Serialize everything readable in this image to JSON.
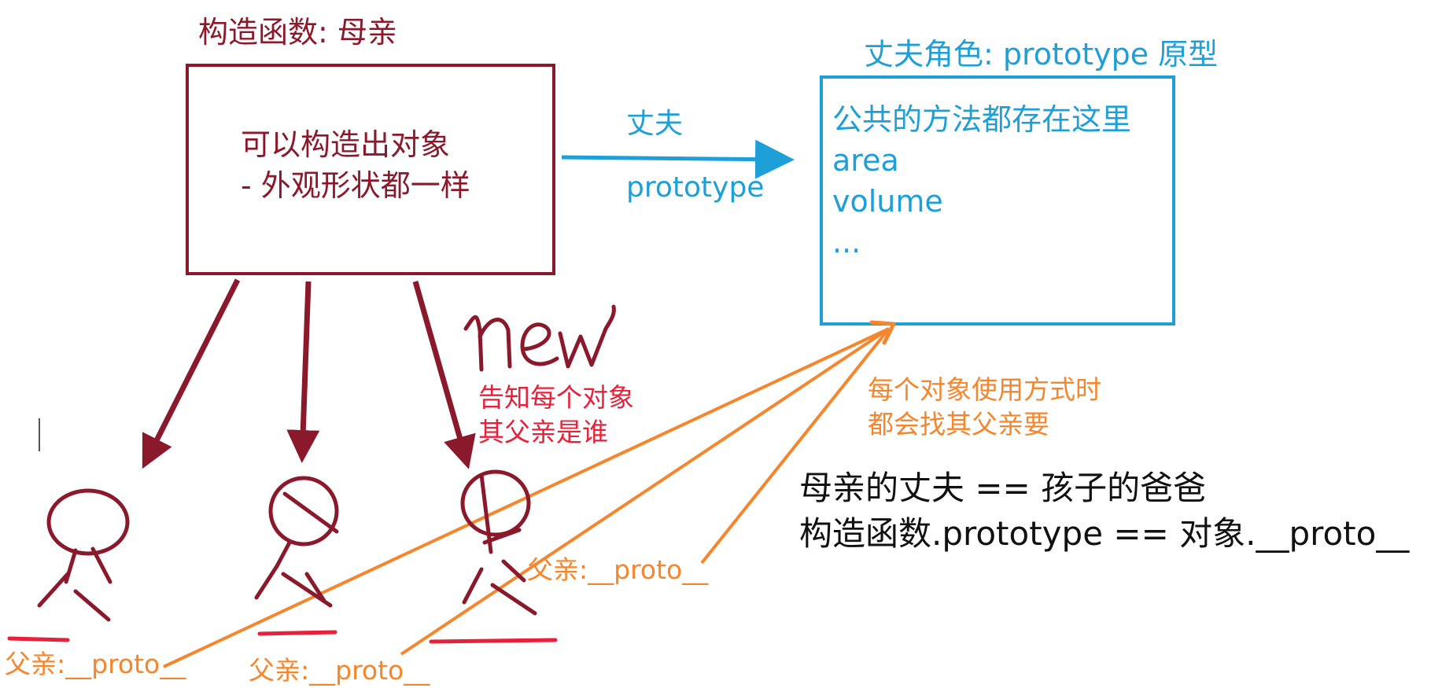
{
  "constructor": {
    "title": "构造函数: 母亲",
    "lines": [
      "可以构造出对象",
      "- 外观形状都一样"
    ]
  },
  "prototype": {
    "title": "丈夫角色: prototype  原型",
    "lines": [
      "公共的方法都存在这里",
      "area",
      "volume",
      "..."
    ]
  },
  "link": {
    "label_top": "丈夫",
    "label_bottom": "prototype"
  },
  "new_annotation": {
    "word": "new",
    "lines": [
      "告知每个对象",
      "其父亲是谁"
    ]
  },
  "usage_note": {
    "lines": [
      "每个对象使用方式时",
      "都会找其父亲要"
    ]
  },
  "formula": {
    "lines": [
      "母亲的丈夫 == 孩子的爸爸",
      "构造函数.prototype == 对象.__proto__"
    ]
  },
  "children": [
    {
      "label": "父亲:__proto__"
    },
    {
      "label": "父亲:__proto__"
    },
    {
      "label": "父亲:__proto__"
    }
  ],
  "colors": {
    "constructor": "#8a1a2b",
    "prototype": "#1e9fd8",
    "orange": "#f5862d",
    "red": "#e8213a"
  }
}
